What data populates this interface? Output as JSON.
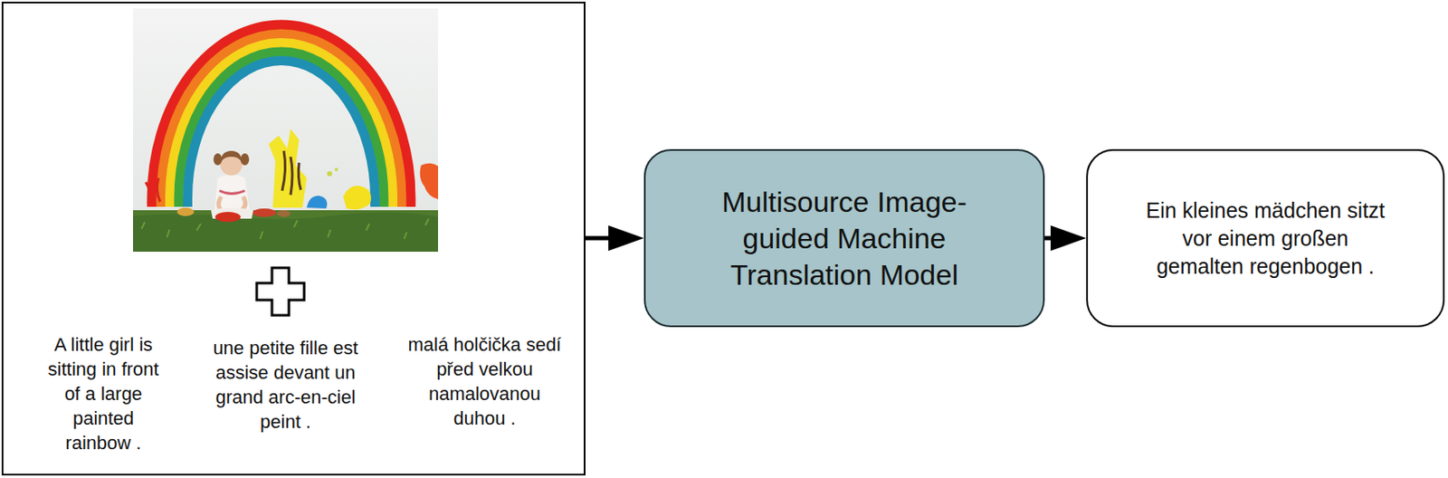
{
  "diagram": {
    "nodes": [
      {
        "text": [
          "A little girl is sitting in front of a large painted rainbow .",
          "une petite fille est assise devant un grand arc-en-ciel peint .",
          "malá holčička sedí před velkou namalovanou duhou ."
        ]
      },
      {
        "text": [
          "Multisource Image-guided Machine Translation Model"
        ]
      },
      {
        "text": [
          "Ein kleines mädchen sitzt vor einem großen gemalten regenbogen ."
        ]
      }
    ],
    "edges": [
      {
        "from": 0,
        "to": 1,
        "arrow": "to"
      },
      {
        "from": 1,
        "to": 2,
        "arrow": "to"
      }
    ]
  }
}
